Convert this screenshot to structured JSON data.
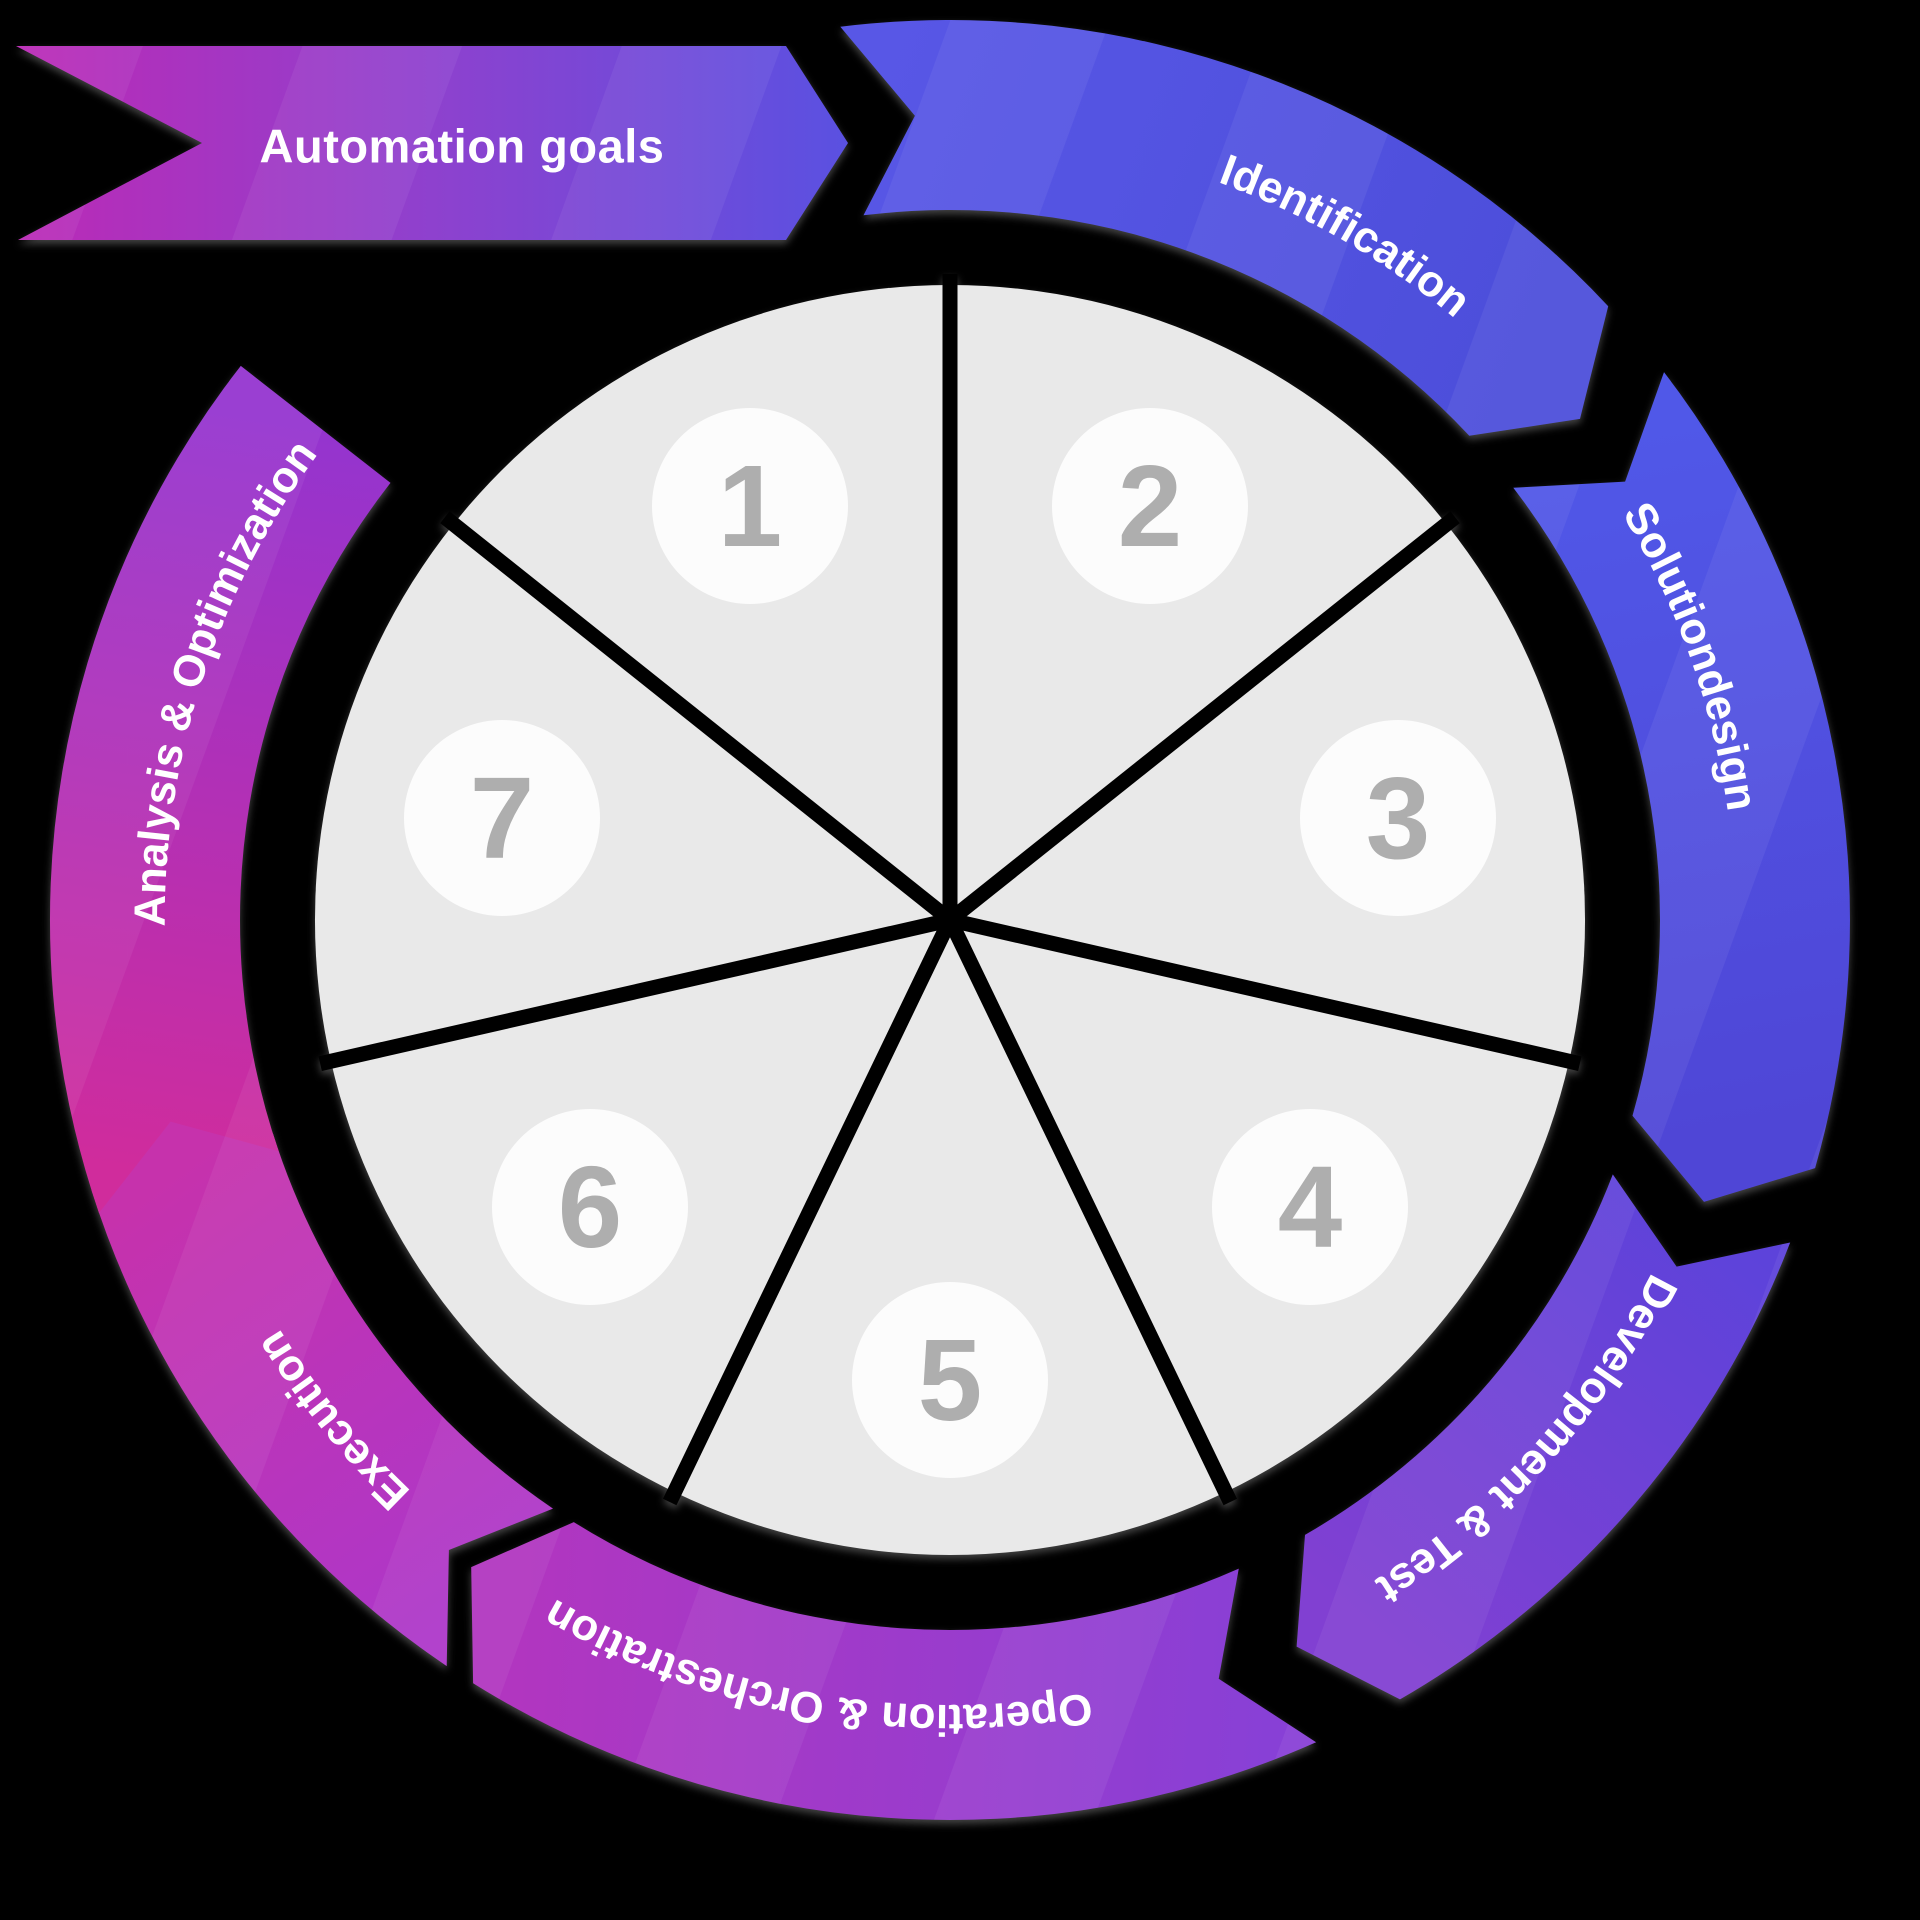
{
  "background_color": "#000000",
  "banner": {
    "label": "Automation goals",
    "text_color": "#ffffff",
    "gradient": [
      "#bb2ab6",
      "#8e41ce",
      "#5a51e1"
    ]
  },
  "ring": {
    "label_color": "#ffffff",
    "arrows": [
      {
        "label": "Identification",
        "gradient": [
          "#5857e6",
          "#4c4eda"
        ]
      },
      {
        "label": "Solutiondesign",
        "gradient": [
          "#5058e8",
          "#4f46d6"
        ]
      },
      {
        "label": "Development & Test",
        "gradient": [
          "#5d43da",
          "#8140d2"
        ]
      },
      {
        "label": "Operation & Orchestration",
        "gradient": [
          "#8840d6",
          "#b136c0"
        ]
      },
      {
        "label": "Execution",
        "gradient": [
          "#ad37c9",
          "#c632ac"
        ]
      },
      {
        "label": "Analysis & Optimization",
        "gradient": [
          "#d02c9c",
          "#9434cf"
        ]
      }
    ]
  },
  "pie": {
    "wedge_color": "#e9e9e9",
    "circle_color": "#fcfcfc",
    "number_color": "#aeaeae",
    "segments": [
      {
        "number": "1"
      },
      {
        "number": "2"
      },
      {
        "number": "3"
      },
      {
        "number": "4"
      },
      {
        "number": "5"
      },
      {
        "number": "6"
      },
      {
        "number": "7"
      }
    ]
  }
}
